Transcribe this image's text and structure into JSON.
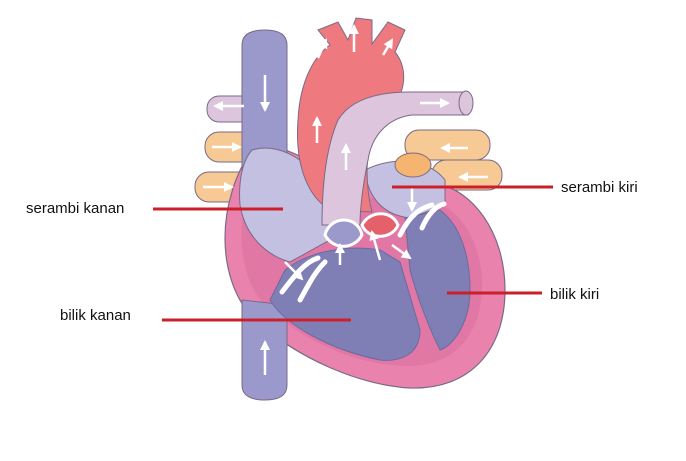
{
  "labels": {
    "right_atrium": "serambi kanan",
    "left_atrium": "serambi kiri",
    "right_ventricle": "bilik kanan",
    "left_ventricle": "bilik kiri"
  },
  "colors": {
    "pointer_line": "#cc1f2a",
    "aorta": "#ee7a7f",
    "vena_cava": "#9b98cc",
    "pulmonary_artery": "#dcc5dd",
    "pulmonary_veins": "#f7c994",
    "heart_wall": "#e983ad",
    "right_chambers": "#c4c0e2",
    "ventricle_blood": "#7f7fb6",
    "valves": "#ffffff"
  }
}
